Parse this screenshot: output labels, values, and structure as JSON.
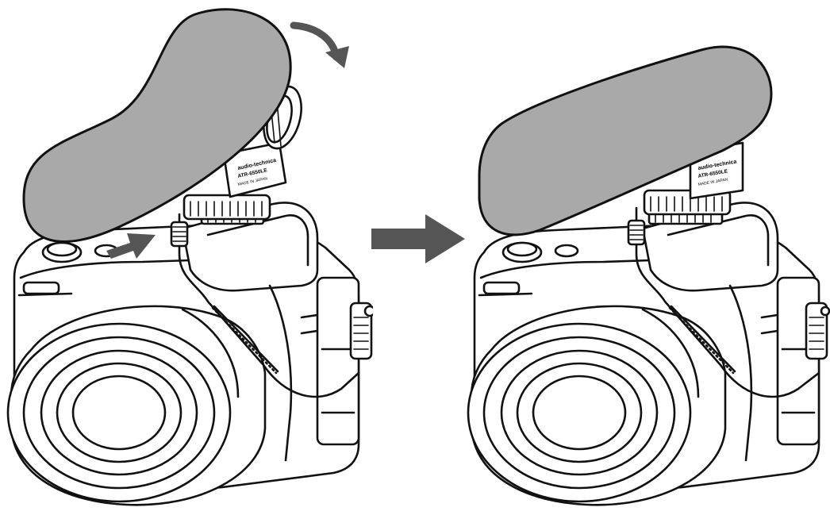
{
  "mic_label": {
    "brand": "audio-technica",
    "model": "ATR-6550LE",
    "origin": "MADE IN JAPAN"
  },
  "colors": {
    "windscreen": "#a9a9a9",
    "arrow": "#555555",
    "outline": "#111111",
    "background": "#ffffff"
  },
  "steps": [
    {
      "state": "windscreen-tilted-being-slid-on",
      "motion_icons": [
        "curved-rotate-arrow-icon",
        "push-arrow-icon"
      ]
    },
    {
      "state": "windscreen-attached"
    }
  ],
  "transition_icon": "right-arrow-icon"
}
